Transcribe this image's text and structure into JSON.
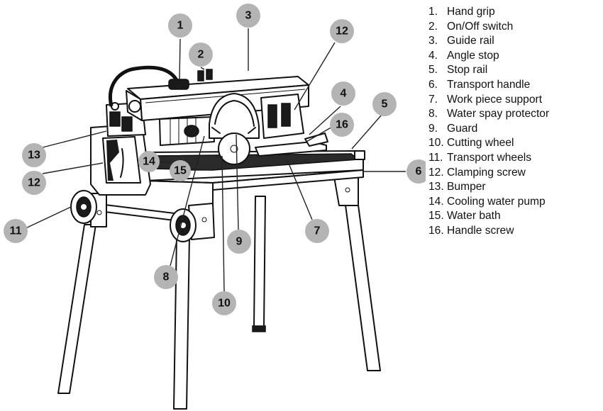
{
  "legend": [
    {
      "num": "1.",
      "label": "Hand grip"
    },
    {
      "num": "2.",
      "label": "On/Off switch"
    },
    {
      "num": "3.",
      "label": "Guide rail"
    },
    {
      "num": "4.",
      "label": "Angle stop"
    },
    {
      "num": "5.",
      "label": "Stop rail"
    },
    {
      "num": "6.",
      "label": "Transport handle"
    },
    {
      "num": "7.",
      "label": "Work piece support"
    },
    {
      "num": "8.",
      "label": "Water spay protector"
    },
    {
      "num": "9.",
      "label": "Guard"
    },
    {
      "num": "10.",
      "label": "Cutting wheel"
    },
    {
      "num": "11.",
      "label": "Transport wheels"
    },
    {
      "num": "12.",
      "label": "Clamping screw"
    },
    {
      "num": "13.",
      "label": "Bumper"
    },
    {
      "num": "14.",
      "label": "Cooling water pump"
    },
    {
      "num": "15.",
      "label": "Water bath"
    },
    {
      "num": "16.",
      "label": "Handle screw"
    }
  ],
  "callouts": {
    "c1": "1",
    "c2": "2",
    "c3": "3",
    "c4": "4",
    "c5": "5",
    "c6": "6",
    "c7": "7",
    "c8": "8",
    "c9": "9",
    "c10": "10",
    "c11": "11",
    "c12a": "12",
    "c12b": "12",
    "c13": "13",
    "c14": "14",
    "c15": "15",
    "c16": "16"
  },
  "colors": {
    "badge": "#b4b4b4",
    "line": "#111111",
    "background": "#ffffff"
  }
}
